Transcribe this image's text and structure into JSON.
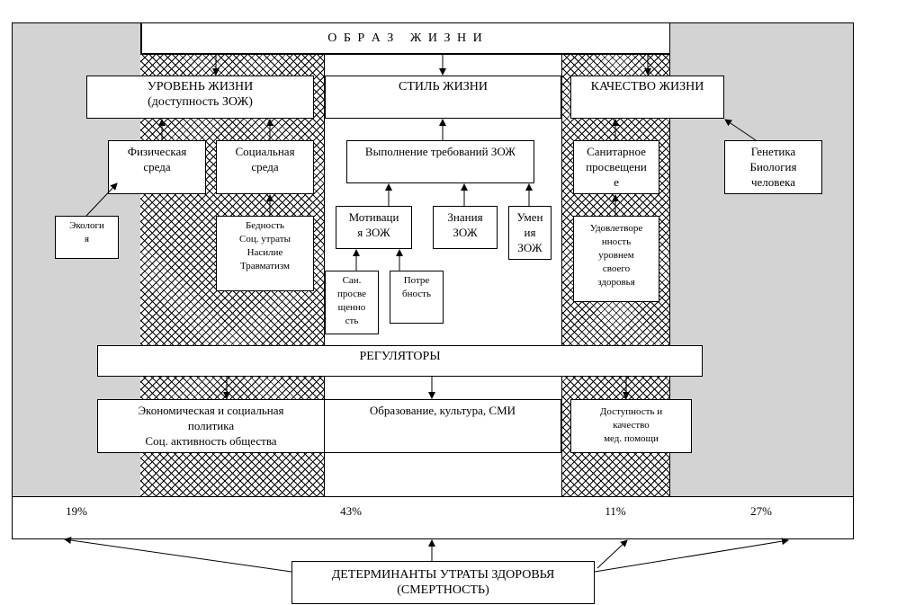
{
  "title": "О Б Р А З   Ж И З Н И",
  "columns": {
    "level": "УРОВЕНЬ ЖИЗНИ\n(доступность ЗОЖ)",
    "style": "СТИЛЬ ЖИЗНИ",
    "quality": "КАЧЕСТВО ЖИЗНИ"
  },
  "boxes": {
    "physical_env": "Физическая\nсреда",
    "social_env": "Социальная\nсреда",
    "ecology": "Экологи\nя",
    "poverty": "Бедность\nСоц. утраты\nНасилие\nТравматизм",
    "zozh_requirements": "Выполнение требований ЗОЖ",
    "motivation": "Мотиваци\nя ЗОЖ",
    "knowledge": "Знания\nЗОЖ",
    "skills": "Умен\nия\nЗОЖ",
    "sanitary_literacy": "Сан.\nпросве\nщенно\nсть",
    "need": "Потре\nбность",
    "sanitary_education": "Санитарное\nпросвещени\nе",
    "genetics": "Генетика\nБиология\nчеловека",
    "satisfaction": "Удовлетворе\nнность\nуровнем\nсвоего\nздоровья"
  },
  "regulators": "РЕГУЛЯТОРЫ",
  "bottom_boxes": {
    "economic": "Экономическая и социальная\nполитика\nСоц. активность общества",
    "education": "Образование, культура, СМИ",
    "medical": "Доступность и\nкачество\nмед. помощи"
  },
  "percentages": [
    "19%",
    "43%",
    "11%",
    "27%"
  ],
  "determinants": "ДЕТЕРМИНАНТЫ УТРАТЫ ЗДОРОВЬЯ\n(СМЕРТНОСТЬ)"
}
